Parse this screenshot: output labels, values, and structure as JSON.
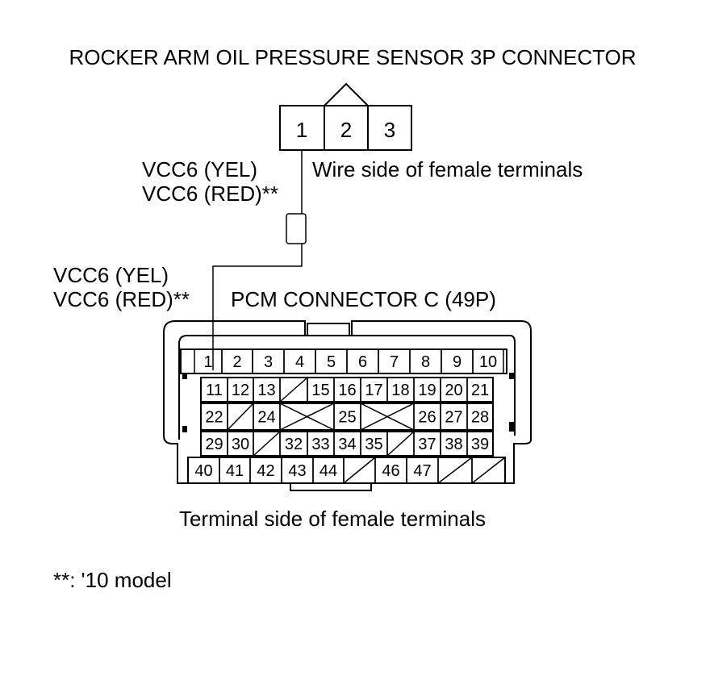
{
  "sensor_connector": {
    "title": "ROCKER ARM OIL PRESSURE SENSOR 3P CONNECTOR",
    "pins": [
      "1",
      "2",
      "3"
    ],
    "side_label": "Wire side of female terminals",
    "wire_label_1": "VCC6 (YEL)",
    "wire_label_2": "VCC6 (RED)**"
  },
  "pcm_connector": {
    "title": "PCM CONNECTOR C (49P)",
    "wire_label_1": "VCC6 (YEL)",
    "wire_label_2": "VCC6 (RED)**",
    "side_label": "Terminal side of female terminals",
    "row1": [
      "1",
      "2",
      "3",
      "4",
      "5",
      "6",
      "7",
      "8",
      "9",
      "10"
    ],
    "row2": [
      "11",
      "12",
      "13",
      "",
      "15",
      "16",
      "17",
      "18",
      "19",
      "20",
      "21"
    ],
    "row3": [
      "22",
      "",
      "24",
      "",
      "25",
      "",
      "26",
      "27",
      "28"
    ],
    "row4": [
      "29",
      "30",
      "",
      "32",
      "33",
      "34",
      "35",
      "",
      "37",
      "38",
      "39"
    ],
    "row5": [
      "40",
      "41",
      "42",
      "43",
      "44",
      "",
      "46",
      "47",
      "",
      ""
    ]
  },
  "footnote": "**: '10 model"
}
